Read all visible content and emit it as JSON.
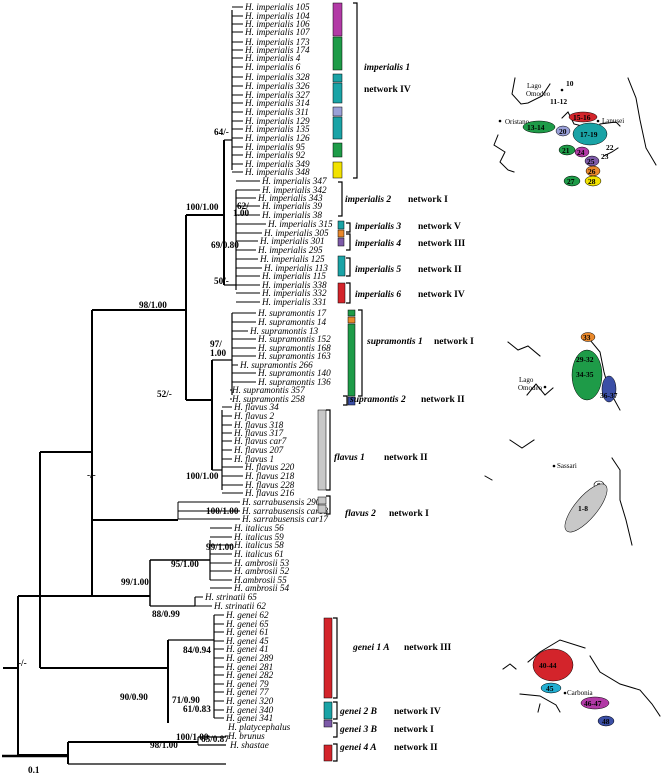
{
  "tips": [
    "H. imperialis 105",
    "H. imperialis 104",
    "H. imperialis 106",
    "H. imperialis 107",
    "H. imperialis 173",
    "H. imperialis 174",
    "H. imperialis 4",
    "H. imperialis 6",
    "H. imperialis 328",
    "H. imperialis 326",
    "H. imperialis 327",
    "H. imperialis 314",
    "H. imperialis 311",
    "H. imperialis 129",
    "H. imperialis 135",
    "H. imperialis 126",
    "H. imperialis 95",
    "H. imperialis 92",
    "H. imperialis 349",
    "H. imperialis 348",
    "H. imperialis 347",
    "H. imperialis 342",
    "H. imperialis 343",
    "H. imperialis 39",
    "H. imperialis 38",
    "H. imperialis 315",
    "H. imperialis 305",
    "H. imperialis 301",
    "H. imperialis 295",
    "H. imperialis 125",
    "H. imperialis 113",
    "H. imperialis 115",
    "H. imperialis 338",
    "H. imperialis 332",
    "H. imperialis 331",
    "H. supramontis 17",
    "H. supramontis 14",
    "H. supramontis 13",
    "H. supramontis 152",
    "H. supramontis 168",
    "H. supramontis 163",
    "H. supramontis 266",
    "H. supramontis 140",
    "H. supramontis 136",
    "H. supramontis 357",
    "H. supramontis 258",
    "H. flavus 34",
    "H. flavus 2",
    "H. flavus 318",
    "H. flavus 317",
    "H. flavus car7",
    "H. flavus 207",
    "H. flavus 1",
    "H. flavus 220",
    "H. flavus 218",
    "H. flavus 228",
    "H. flavus 216",
    "H. sarrabusensis 290",
    "H. sarrabusensis car18",
    "H. sarrabusensis car17",
    "H. italicus 56",
    "H. italicus 59",
    "H. italicus 58",
    "H. italicus 61",
    "H. ambrosii 53",
    "H. ambrosii 52",
    "H.ambrosii 55",
    "H. ambrosii 54",
    "H. strinatii 65",
    "H. strinatii 62",
    "H. genei 62",
    "H. genei 65",
    "H. genei 61",
    "H. genei 45",
    "H. genei 41",
    "H. genei 289",
    "H. genei 281",
    "H. genei 282",
    "H. genei 79",
    "H. genei 77",
    "H. genei 320",
    "H. genei 340",
    "H. genei 341",
    "H. platycephalus",
    "H. brunus",
    "H. shastae"
  ],
  "support": [
    "64/-",
    "100/1.00",
    "62/",
    "1.00",
    "69/0.80",
    "50/-",
    "98/1.00",
    "97/",
    "1.00",
    "52/-",
    "100/1.00",
    "100/1.00",
    "-/-",
    "99/1.00",
    "95/1.00",
    "99/1.00",
    "88/0.99",
    "84/0.94",
    "71/0.90",
    "90/0.90",
    "61/0.83",
    "100/1.00",
    "65/0.87",
    "98/1.00",
    "-/-"
  ],
  "groups": [
    {
      "name": "imperialis 1",
      "net": ""
    },
    {
      "name": "",
      "net": "network IV"
    },
    {
      "name": "imperialis 2",
      "net": "network I"
    },
    {
      "name": "imperialis 3",
      "net": "network V"
    },
    {
      "name": "imperialis 4",
      "net": "network III"
    },
    {
      "name": "imperialis 5",
      "net": "network II"
    },
    {
      "name": "imperialis 6",
      "net": "network IV"
    },
    {
      "name": "supramontis 1",
      "net": "network I"
    },
    {
      "name": "supramontis 2",
      "net": "network II"
    },
    {
      "name": "flavus 1",
      "net": "network II"
    },
    {
      "name": "flavus 2",
      "net": "network I"
    },
    {
      "name": "genei 1 A",
      "net": "network III"
    },
    {
      "name": "genei 2 B",
      "net": "network IV"
    },
    {
      "name": "genei 3 B",
      "net": "network I"
    },
    {
      "name": "genei 4 A",
      "net": "network II"
    }
  ],
  "maps": {
    "m1": {
      "labels": [
        "Lago",
        "Omodeo",
        "Oristano",
        "Lanusei"
      ],
      "nums": [
        "10",
        "11-12",
        "13-14",
        "15-16",
        "17-19",
        "20",
        "21",
        "22",
        "23",
        "24",
        "25",
        "26",
        "27",
        "28"
      ]
    },
    "m2": {
      "labels": [
        "Lago",
        "Omodeo"
      ],
      "nums": [
        "33",
        "29-32",
        "34-35",
        "36-37"
      ]
    },
    "m3": {
      "labels": [
        "Sassari"
      ],
      "nums": [
        "9",
        "1-8"
      ]
    },
    "m4": {
      "labels": [
        "Carbonia"
      ],
      "nums": [
        "40-44",
        "45",
        "46-47",
        "48"
      ]
    }
  },
  "scale": "0.1",
  "colors": {
    "magenta": "#b23aa6",
    "green": "#1e9b48",
    "teal": "#1aa3a6",
    "lavender": "#9aa0d8",
    "yellow": "#f2e200",
    "orange": "#e9882b",
    "red": "#d3242b",
    "blue": "#3b4fa6",
    "gray": "#c8c8c8",
    "violet": "#7d5aa8",
    "cyan": "#22aed1"
  }
}
